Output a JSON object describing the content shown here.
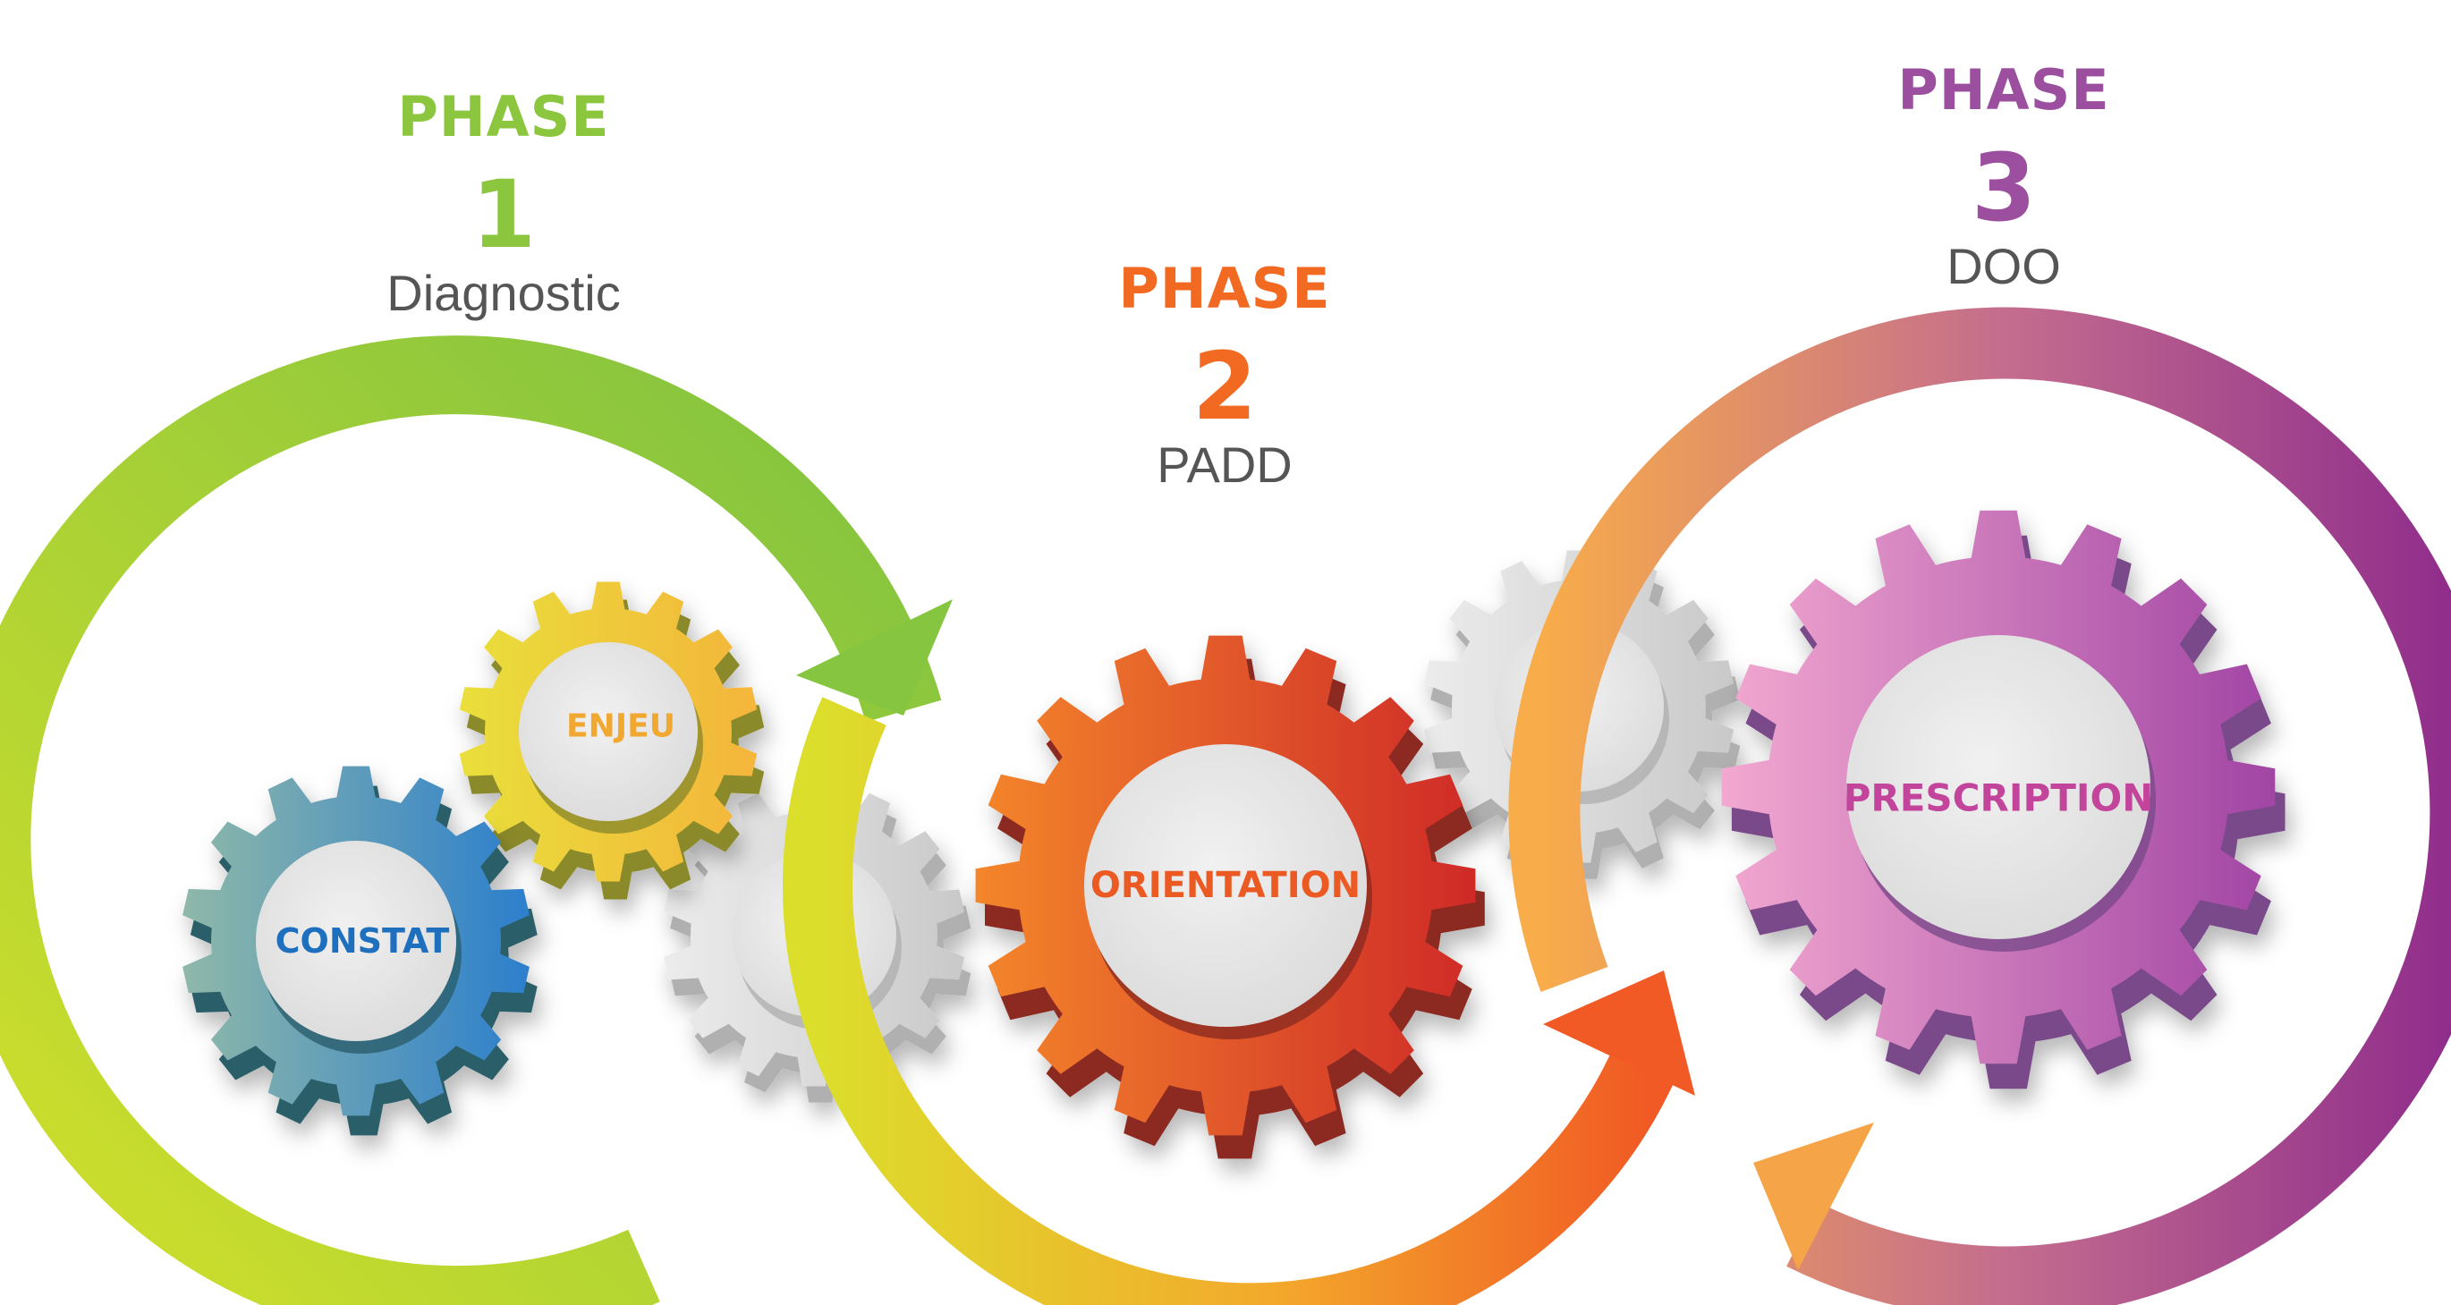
{
  "phases": [
    {
      "word": "PHASE",
      "number": "1",
      "subtitle": "Diagnostic",
      "color": "#8cc63f"
    },
    {
      "word": "PHASE",
      "number": "2",
      "subtitle": "PADD",
      "color": "#f26a21"
    },
    {
      "word": "PHASE",
      "number": "3",
      "subtitle": "DOO",
      "color": "#9b4f9e"
    }
  ],
  "gears": [
    {
      "label": "CONSTAT",
      "color": "#2d7fc4",
      "text_color": "#1f6fbf"
    },
    {
      "label": "ENJEU",
      "color": "#f2c21b",
      "text_color": "#f0a830"
    },
    {
      "label": "ORIENTATION",
      "color": "#e4511f",
      "text_color": "#ea5a22"
    },
    {
      "label": "PRESCRIPTION",
      "color": "#c25eb6",
      "text_color": "#c2459b"
    }
  ],
  "decorative_gears": [
    "grey-gear-left",
    "grey-gear-right"
  ],
  "arrows": [
    {
      "name": "phase1-arrow",
      "from_color": "#c4dc2a",
      "to_color": "#8cc63f"
    },
    {
      "name": "phase2-arrow",
      "from_color": "#d8d830",
      "to_color": "#f15a24"
    },
    {
      "name": "phase3-arrow",
      "from_color": "#f7a949",
      "to_color": "#8e2d8e"
    }
  ]
}
